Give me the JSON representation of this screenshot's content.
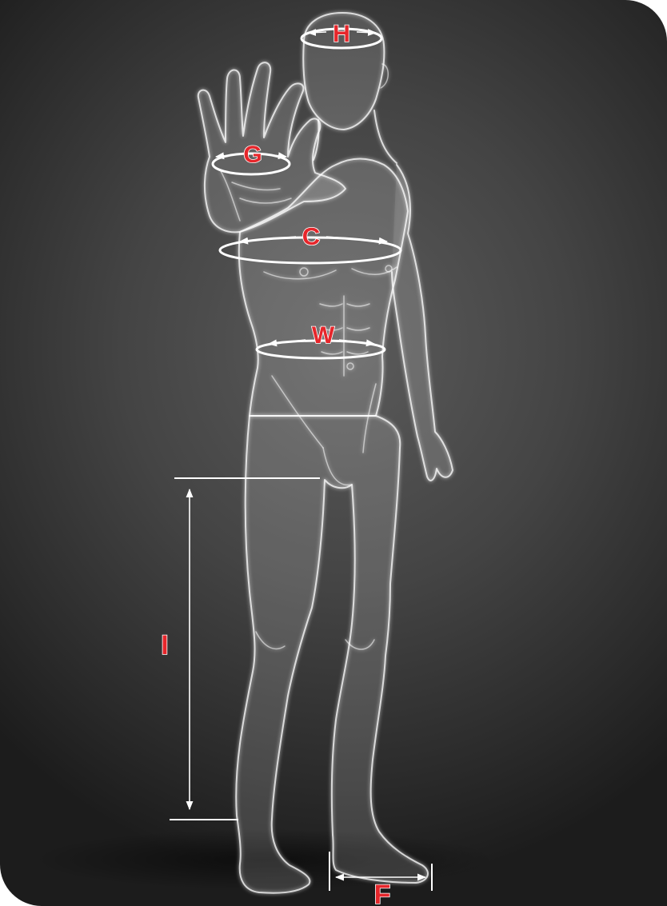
{
  "measurements": {
    "head": "H",
    "glove": "G",
    "chest": "C",
    "waist": "W",
    "inseam": "I",
    "foot": "F"
  },
  "colors": {
    "label_fill": "#e6262b",
    "label_outline": "#ffffff",
    "lines": "#ffffff",
    "background": "#3c3c3c"
  }
}
